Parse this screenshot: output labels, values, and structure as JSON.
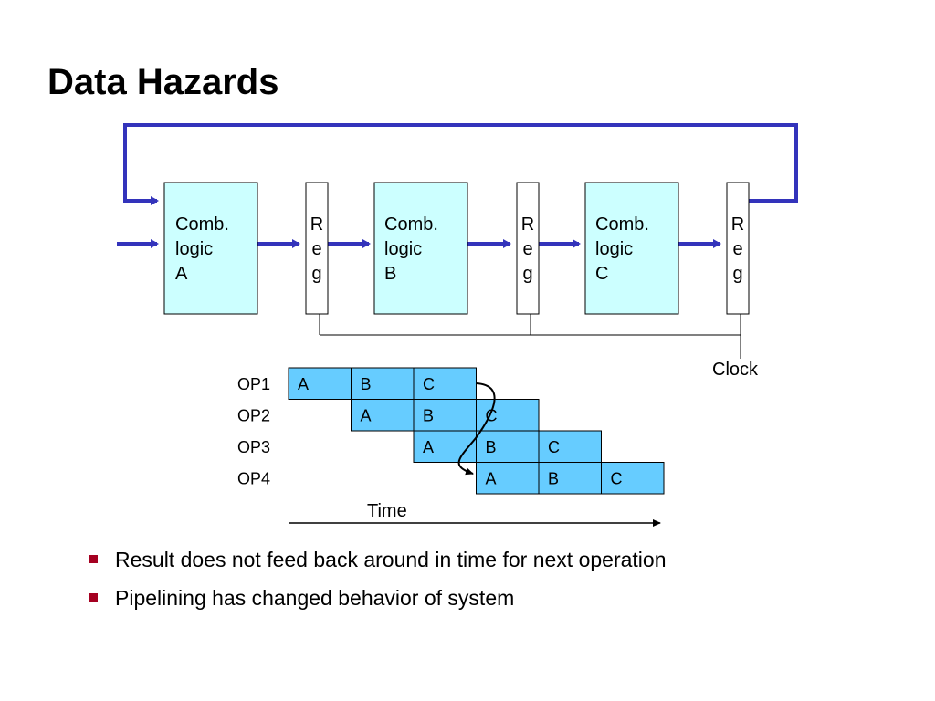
{
  "title": "Data Hazards",
  "colors": {
    "wire": "#3333bb",
    "logic_fill": "#ccffff",
    "cell_fill": "#66ccff",
    "bullet": "#a50021"
  },
  "stages": [
    {
      "lines": [
        "Comb.",
        "logic",
        "A"
      ]
    },
    {
      "lines": [
        "Comb.",
        "logic",
        "B"
      ]
    },
    {
      "lines": [
        "Comb.",
        "logic",
        "C"
      ]
    }
  ],
  "register_letters": [
    "R",
    "e",
    "g"
  ],
  "clock_label": "Clock",
  "ops": [
    {
      "label": "OP1",
      "cells": [
        "A",
        "B",
        "C"
      ]
    },
    {
      "label": "OP2",
      "cells": [
        "A",
        "B",
        "C"
      ]
    },
    {
      "label": "OP3",
      "cells": [
        "A",
        "B",
        "C"
      ]
    },
    {
      "label": "OP4",
      "cells": [
        "A",
        "B",
        "C"
      ]
    }
  ],
  "time_label": "Time",
  "bullets": [
    "Result does not feed back around in time for next operation",
    "Pipelining has changed behavior of system"
  ]
}
